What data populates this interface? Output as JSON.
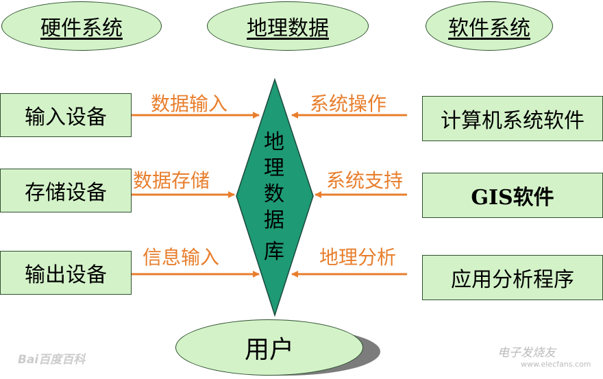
{
  "top_categories": [
    {
      "label": "硬件系统"
    },
    {
      "label": "地理数据"
    },
    {
      "label": "软件系统"
    }
  ],
  "left_boxes": [
    {
      "label": "输入设备"
    },
    {
      "label": "存储设备"
    },
    {
      "label": "输出设备"
    }
  ],
  "right_boxes": [
    {
      "label": "计算机系统软件"
    },
    {
      "label": "GIS软件"
    },
    {
      "label": "应用分析程序"
    }
  ],
  "left_arrow_labels": [
    {
      "label": "数据输入"
    },
    {
      "label": "数据存储"
    },
    {
      "label": "信息输入"
    }
  ],
  "right_arrow_labels": [
    {
      "label": "系统操作"
    },
    {
      "label": "系统支持"
    },
    {
      "label": "地理分析"
    }
  ],
  "center": {
    "chars": [
      "地",
      "理",
      "数",
      "据",
      "库"
    ]
  },
  "user": {
    "label": "用户"
  },
  "watermarks": {
    "left": "Bai百度百科",
    "right": "电子发烧友",
    "right_url": "www.elecfans.com"
  },
  "colors": {
    "shape_fill": "#d3f2c8",
    "diamond_fill": "#1e9a74",
    "arrow": "#e87e2c"
  }
}
